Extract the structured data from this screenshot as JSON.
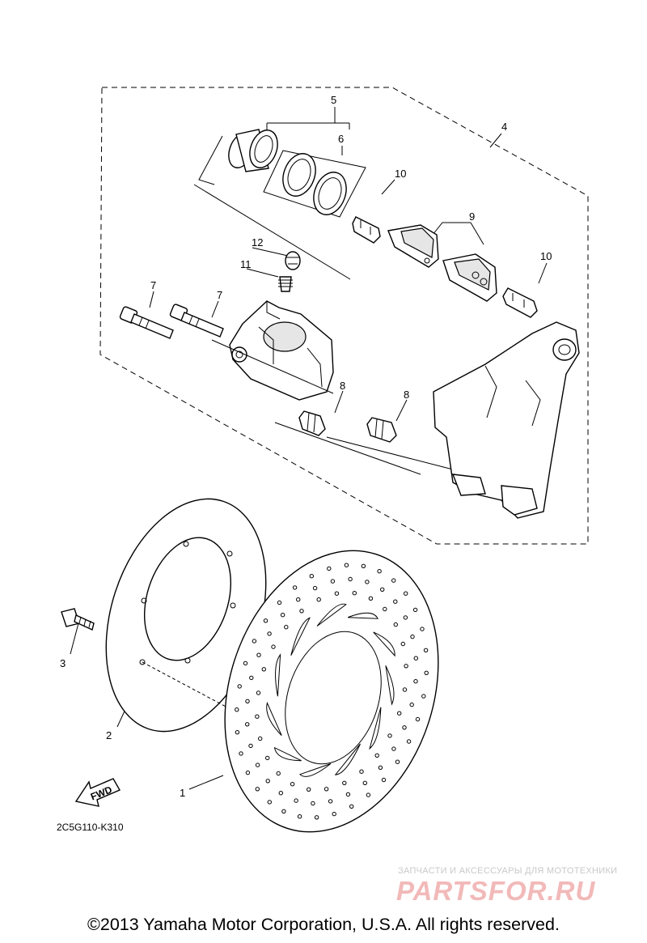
{
  "diagram": {
    "callouts": {
      "c1": "1",
      "c2": "2",
      "c3": "3",
      "c4": "4",
      "c5": "5",
      "c6": "6",
      "c7a": "7",
      "c7b": "7",
      "c8a": "8",
      "c8b": "8",
      "c9": "9",
      "c10a": "10",
      "c10b": "10",
      "c11": "11",
      "c12": "12"
    },
    "fwd_label": "FWD",
    "diagram_code": "2C5G110-K310"
  },
  "watermark": {
    "tagline": "ЗАПЧАСТИ И АКСЕССУАРЫ ДЛЯ МОТОТЕХНИКИ",
    "logo": "PARTSFOR.RU"
  },
  "footer": {
    "copyright": "©2013 Yamaha Motor Corporation, U.S.A. All rights reserved."
  }
}
